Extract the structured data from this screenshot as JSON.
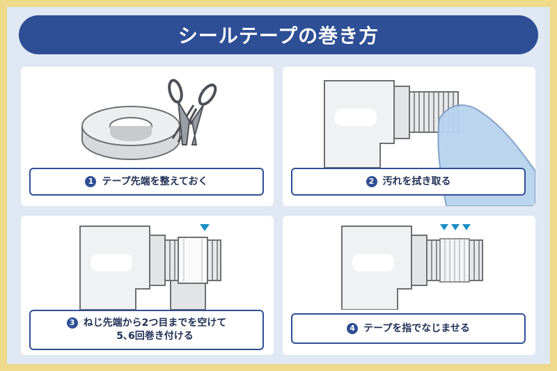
{
  "title": "シールテープの巻き方",
  "steps": [
    {
      "number": "1",
      "text": "テープ先端を整えておく"
    },
    {
      "number": "2",
      "text": "汚れを拭き取る"
    },
    {
      "number": "3",
      "text": "ねじ先端から2つ目までを空けて\n5､6回巻き付ける"
    },
    {
      "number": "4",
      "text": "テープを指でなじませる"
    }
  ],
  "colors": {
    "outer_border": "#efd98a",
    "background": "#dfe8f3",
    "banner": "#2e4e95",
    "marker": "#1a8fc6",
    "cloth": "#b9d3ef"
  },
  "icons": [
    "tape-roll-icon",
    "scissors-icon",
    "cloth-icon",
    "arrow-down-icon"
  ]
}
